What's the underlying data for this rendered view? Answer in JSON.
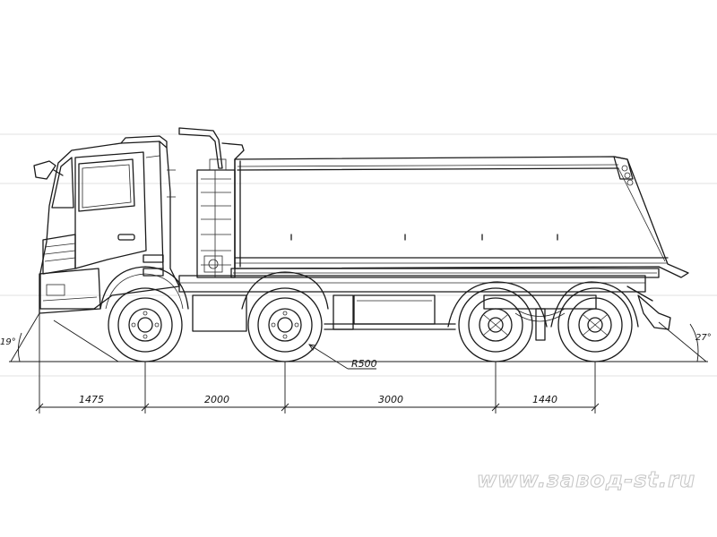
{
  "dimensions": {
    "front_overhang": "1475",
    "wheelbase_1": "2000",
    "wheelbase_2": "3000",
    "wheelbase_3": "1440",
    "wheel_radius": "R500",
    "approach_angle": "19°",
    "departure_angle": "27°"
  },
  "watermark": "www.завод-st.ru"
}
